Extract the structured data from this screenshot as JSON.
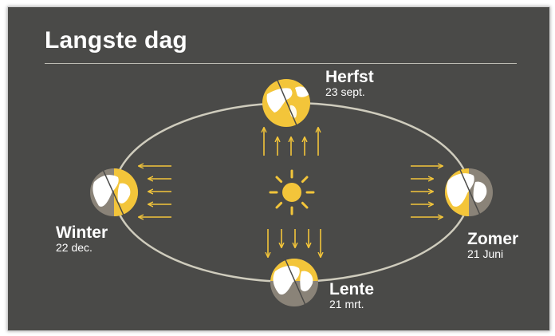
{
  "title": "Langste dag",
  "colors": {
    "background": "#4a4a48",
    "sunlight": "#f3c53a",
    "orbit": "#cfccbd",
    "night_side": "#8a8378",
    "text": "#ffffff"
  },
  "seasons": {
    "herfst": {
      "name": "Herfst",
      "date": "23 sept."
    },
    "winter": {
      "name": "Winter",
      "date": "22 dec."
    },
    "zomer": {
      "name": "Zomer",
      "date": "21 Juni"
    },
    "lente": {
      "name": "Lente",
      "date": "21 mrt."
    }
  },
  "icons": {
    "sun": "sun-icon",
    "earth": "earth-globe-icon",
    "arrow": "sunlight-arrow-icon"
  }
}
